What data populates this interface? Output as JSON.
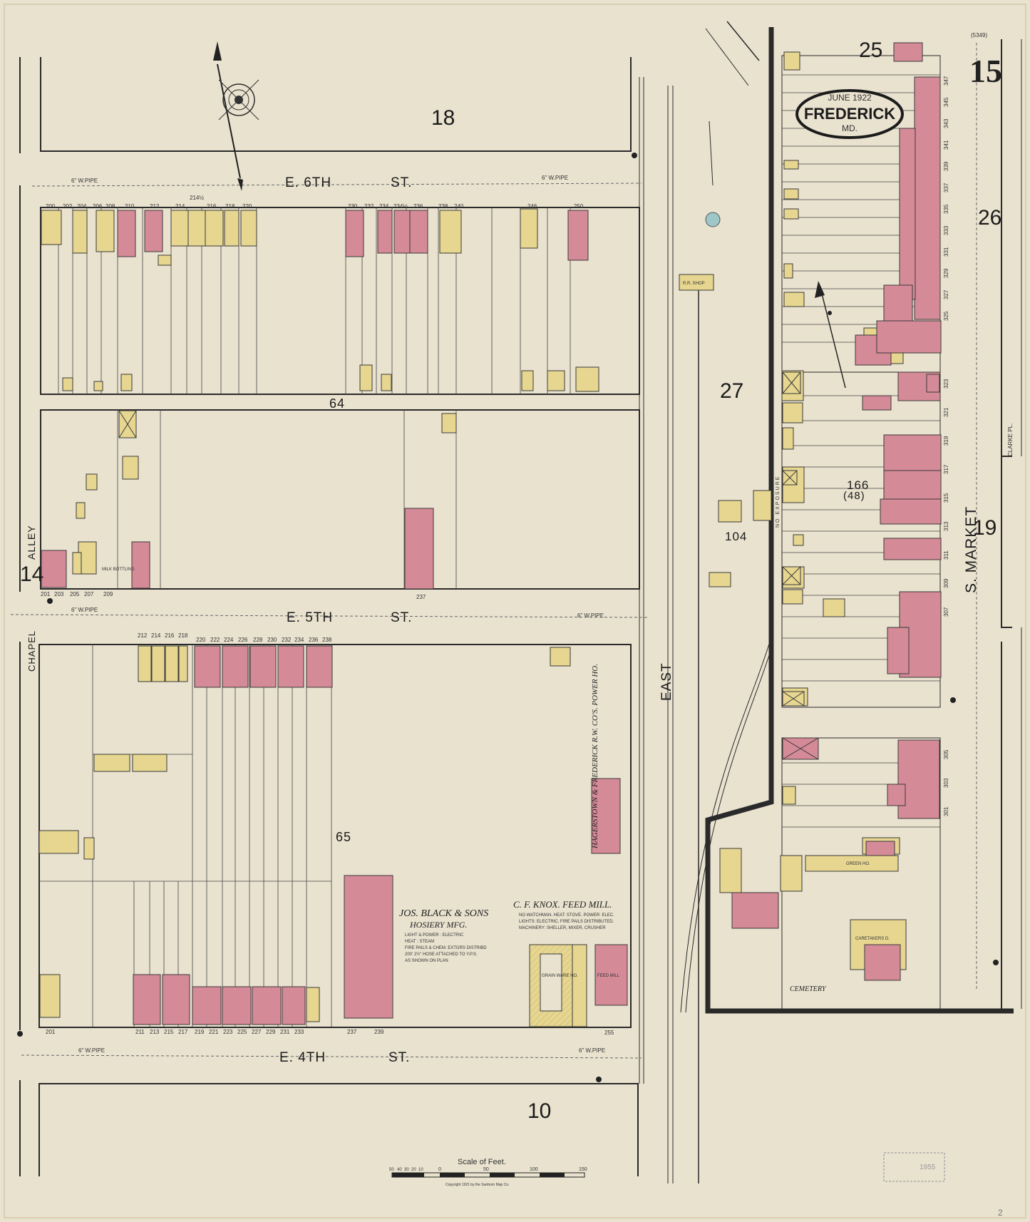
{
  "sheet": {
    "number": "15",
    "cartouche_date": "JUNE 1922",
    "city": "FREDERICK",
    "state": "MD.",
    "corner_note": "(5349)",
    "edge_mark": "2"
  },
  "streets": {
    "sixth": "E. 6TH",
    "sixth_st": "ST.",
    "fifth": "E. 5TH",
    "fifth_st": "ST.",
    "fourth": "E. 4TH",
    "fourth_st": "ST.",
    "east": "EAST",
    "market": "S. MARKET",
    "alley": "ALLEY",
    "chapel": "CHAPEL",
    "clarke": "CLARKE PL."
  },
  "blocks": {
    "b18": "18",
    "b25": "25",
    "b26": "26",
    "b27": "27",
    "b64": "64",
    "b65": "65",
    "b10": "10",
    "b19": "19",
    "b14": "14",
    "b104": "104",
    "b166": "166",
    "b48": "(48)"
  },
  "pipes": {
    "g6": "6\" W.PIPE"
  },
  "businesses": {
    "black_title": "JOS. BLACK & SONS",
    "black_sub": "HOSIERY MFG.",
    "black_notes": [
      "LIGHT & POWER : ELECTRIC",
      "HEAT : STEAM",
      "FIRE PAILS & CHEM. EXTGRS DISTRIBD",
      "200' 2½\" HOSE ATTACHED TO Y.P.S.",
      "AS SHOWN ON PLAN"
    ],
    "knox_title": "C. F. KNOX. FEED MILL.",
    "knox_notes": [
      "NO WATCHMAN. HEAT: STOVE. POWER: ELEC.",
      "LIGHTS: ELECTRIC. FIRE PAILS DISTRIBUTED.",
      "MACHINERY: SHELLER, MIXER, CRUSHER"
    ],
    "power": "HAGERSTOWN & FREDERICK R.W. CO'S. POWER HO.",
    "rr_shop": "R.R. SHOP",
    "grain_wareho": "GRAIN WARE HO.",
    "feed_mill": "FEED MILL",
    "walk_bottling": "MILK BOTTLING",
    "cemetery": "CEMETERY",
    "caretakers": "CARETAKERS D.",
    "green_ho": "GREEN HO.",
    "no_exposure": "NO EXPOSURE"
  },
  "addresses": {
    "sixth_north": [
      "200",
      "202",
      "204",
      "206",
      "208",
      "210",
      "212",
      "214",
      "214½",
      "216",
      "218",
      "220",
      "230",
      "232",
      "234",
      "234½",
      "236",
      "238",
      "240",
      "246",
      "250"
    ],
    "fifth_south": [
      "201",
      "203",
      "205",
      "207",
      "209",
      "237"
    ],
    "fifth_north": [
      "212",
      "214",
      "216",
      "218",
      "220",
      "222",
      "224",
      "226",
      "228",
      "230",
      "232",
      "234",
      "236",
      "238"
    ],
    "fourth_south": [
      "201",
      "211",
      "213",
      "215",
      "217",
      "219",
      "221",
      "223",
      "225",
      "227",
      "229",
      "231",
      "233",
      "237",
      "239",
      "255"
    ],
    "market": [
      "301",
      "303",
      "305",
      "307",
      "309",
      "311",
      "313",
      "315",
      "317",
      "319",
      "321",
      "323",
      "325",
      "327",
      "329",
      "331",
      "333",
      "335",
      "337",
      "339",
      "341",
      "343",
      "345",
      "347"
    ]
  },
  "scale": {
    "title": "Scale of Feet.",
    "ticks": [
      "50",
      "40",
      "30",
      "20",
      "10",
      "0",
      "50",
      "100",
      "150"
    ]
  },
  "copyright": "Copyright 1921 by the Sanborn Map Co.",
  "stamp": "1955",
  "colors": {
    "paper": "#e9e2cf",
    "brick": "#d58a98",
    "frame": "#e6d690",
    "line": "#2a2a2a"
  }
}
